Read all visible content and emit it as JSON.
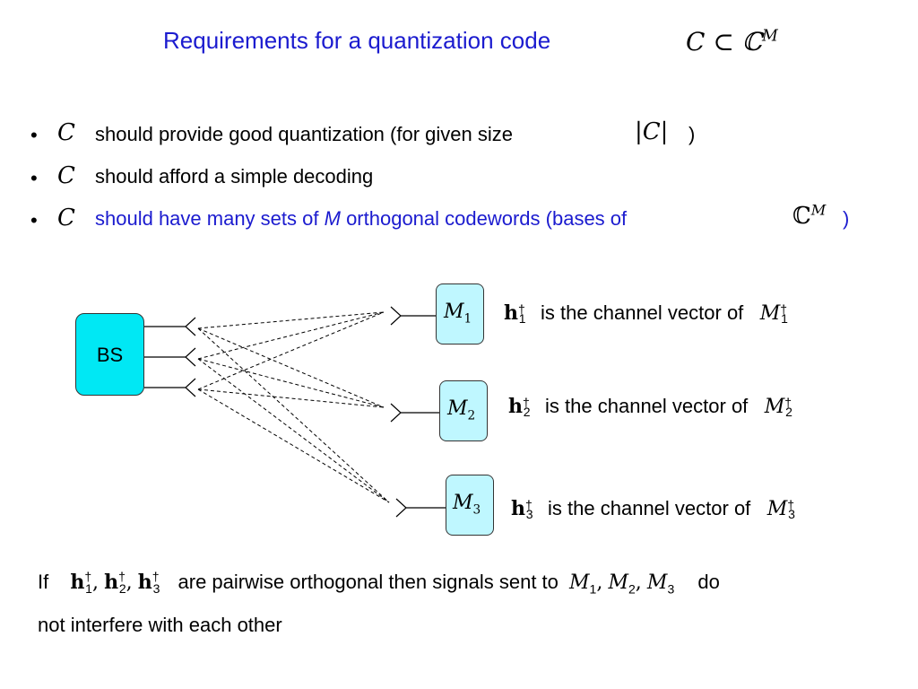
{
  "title": {
    "text": "Requirements for a quantization code",
    "math": "C ⊂ ℂ",
    "math_sup": "M"
  },
  "bullets": [
    {
      "symbol": "•",
      "var": "C",
      "text": "should provide good quantization (for given size",
      "math": "|C|",
      "tail": ")"
    },
    {
      "symbol": "•",
      "var": "C",
      "text": "should afford a simple decoding"
    },
    {
      "symbol": "•",
      "var": "C",
      "text_before": "should have many sets of",
      "text_italic": "M",
      "text_after": "orthogonal codewords (bases of",
      "math": "ℂ",
      "math_sup": "M",
      "tail": ")"
    }
  ],
  "diagram": {
    "bs_label": "BS",
    "mobiles": [
      {
        "label": "M",
        "sub": "1"
      },
      {
        "label": "M",
        "sub": "2"
      },
      {
        "label": "M",
        "sub": "3"
      }
    ],
    "channel_rows": [
      {
        "h": "h",
        "h_sub": "1",
        "dagger": "†",
        "text": "is the channel vector of",
        "m": "M",
        "m_sub": "1"
      },
      {
        "h": "h",
        "h_sub": "2",
        "dagger": "†",
        "text": "is the channel vector of",
        "m": "M",
        "m_sub": "2"
      },
      {
        "h": "h",
        "h_sub": "3",
        "dagger": "†",
        "text": "is the channel vector of",
        "m": "M",
        "m_sub": "3"
      }
    ]
  },
  "conclusion": {
    "if": "If",
    "hs": "h",
    "hs_subs": [
      "1",
      "2",
      "3"
    ],
    "dagger": "†",
    "mid": "are pairwise orthogonal then signals sent to",
    "ms": "M",
    "ms_subs": [
      "1",
      "2",
      "3"
    ],
    "do": "do",
    "line2": "not interfere with each other"
  },
  "colors": {
    "title": "#1b1bcf",
    "bs_fill": "#00e8f4",
    "mobile_fill": "#bff7ff"
  }
}
